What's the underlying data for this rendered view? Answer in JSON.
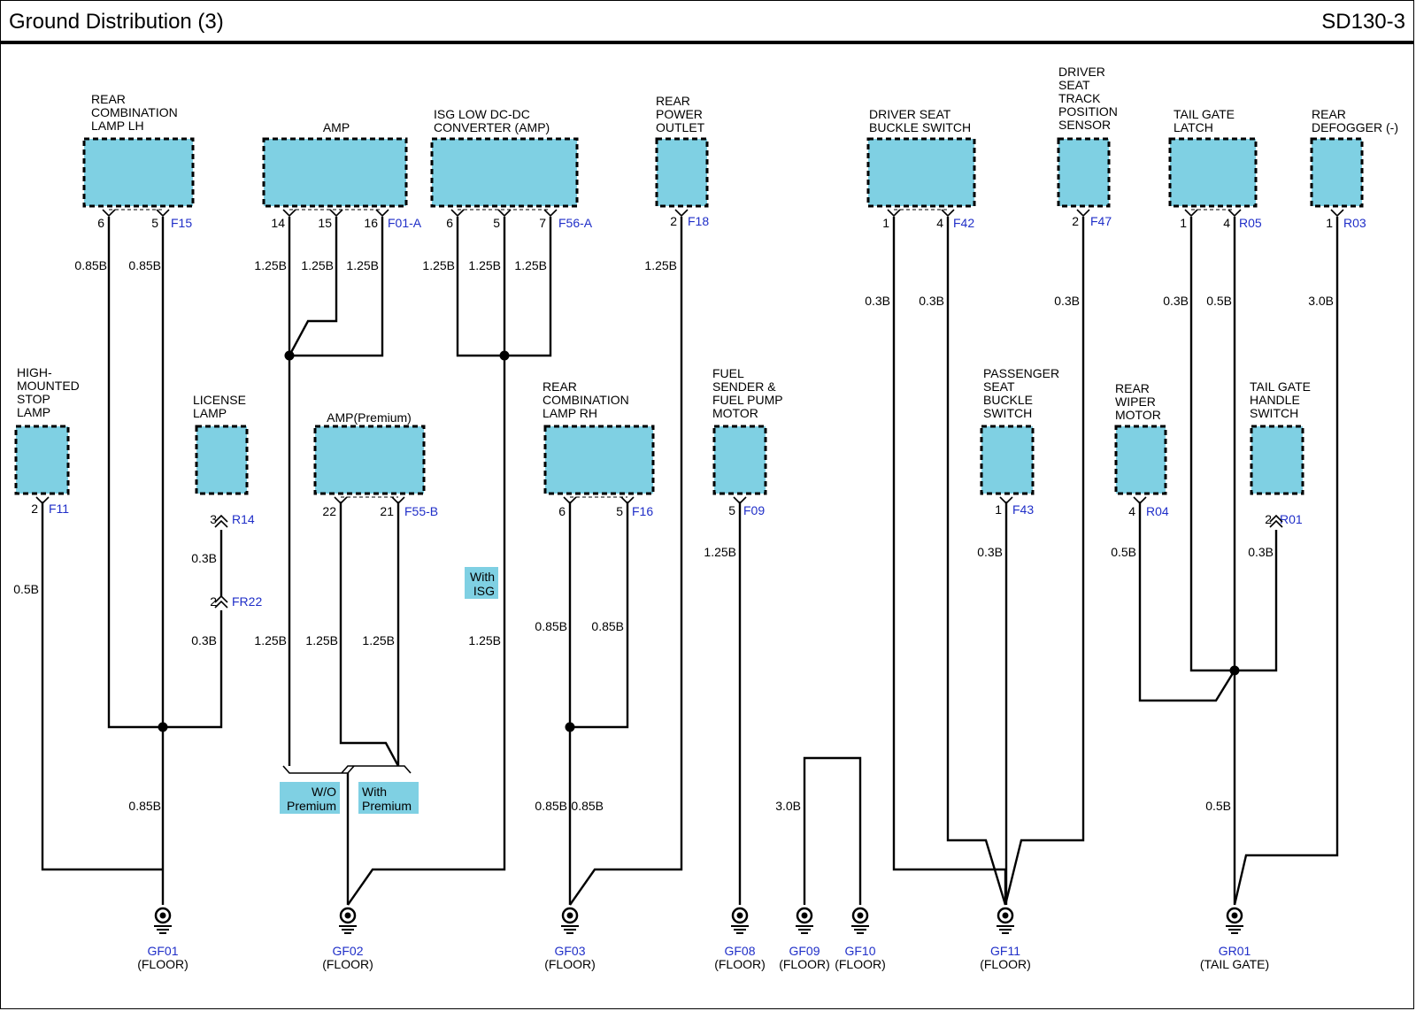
{
  "header": {
    "title": "Ground Distribution (3)",
    "code": "SD130-3"
  },
  "colors": {
    "component_fill": "#7fd0e3",
    "wire": "#000000",
    "connector_text": "#1f2ec8",
    "badge_fill": "#7fd0e3"
  },
  "components": [
    {
      "id": "rear-combination-lamp-lh",
      "label": [
        "REAR",
        "COMBINATION",
        "LAMP LH"
      ],
      "connector": "F15",
      "pins": [
        "6",
        "5"
      ]
    },
    {
      "id": "amp",
      "label": [
        "AMP"
      ],
      "connector": "F01-A",
      "pins": [
        "14",
        "15",
        "16"
      ]
    },
    {
      "id": "isg-low-dc-dc-converter",
      "label": [
        "ISG LOW DC-DC",
        "CONVERTER (AMP)"
      ],
      "connector": "F56-A",
      "pins": [
        "6",
        "5",
        "7"
      ]
    },
    {
      "id": "rear-power-outlet",
      "label": [
        "REAR",
        "POWER",
        "OUTLET"
      ],
      "connector": "F18",
      "pins": [
        "2"
      ]
    },
    {
      "id": "driver-seat-buckle-switch",
      "label": [
        "DRIVER SEAT",
        "BUCKLE SWITCH"
      ],
      "connector": "F42",
      "pins": [
        "1",
        "4"
      ]
    },
    {
      "id": "driver-seat-track-position-sensor",
      "label": [
        "DRIVER",
        "SEAT",
        "TRACK",
        "POSITION",
        "SENSOR"
      ],
      "connector": "F47",
      "pins": [
        "2"
      ]
    },
    {
      "id": "tail-gate-latch",
      "label": [
        "TAIL GATE",
        "LATCH"
      ],
      "connector": "R05",
      "pins": [
        "1",
        "4"
      ]
    },
    {
      "id": "rear-defogger",
      "label": [
        "REAR",
        "DEFOGGER (-)"
      ],
      "connector": "R03",
      "pins": [
        "1"
      ]
    },
    {
      "id": "high-mounted-stop-lamp",
      "label": [
        "HIGH-",
        "MOUNTED",
        "STOP",
        "LAMP"
      ],
      "connector": "F11",
      "pins": [
        "2"
      ]
    },
    {
      "id": "license-lamp",
      "label": [
        "LICENSE",
        "LAMP"
      ],
      "connector": "R14",
      "pins": [
        "3"
      ]
    },
    {
      "id": "amp-premium",
      "label": [
        "AMP(Premium)"
      ],
      "connector": "F55-B",
      "pins": [
        "22",
        "21"
      ]
    },
    {
      "id": "rear-combination-lamp-rh",
      "label": [
        "REAR",
        "COMBINATION",
        "LAMP RH"
      ],
      "connector": "F16",
      "pins": [
        "6",
        "5"
      ]
    },
    {
      "id": "fuel-sender",
      "label": [
        "FUEL",
        "SENDER &",
        "FUEL PUMP",
        "MOTOR"
      ],
      "connector": "F09",
      "pins": [
        "5"
      ]
    },
    {
      "id": "passenger-seat-buckle-switch",
      "label": [
        "PASSENGER",
        "SEAT",
        "BUCKLE",
        "SWITCH"
      ],
      "connector": "F43",
      "pins": [
        "1"
      ]
    },
    {
      "id": "rear-wiper-motor",
      "label": [
        "REAR",
        "WIPER",
        "MOTOR"
      ],
      "connector": "R04",
      "pins": [
        "4"
      ]
    },
    {
      "id": "tail-gate-handle-switch",
      "label": [
        "TAIL GATE",
        "HANDLE",
        "SWITCH"
      ],
      "connector": "R01",
      "pins": [
        "2"
      ]
    }
  ],
  "inline_connector": {
    "connector": "FR22",
    "pin": "2"
  },
  "wire_labels": [
    "0.85B",
    "0.85B",
    "1.25B",
    "1.25B",
    "1.25B",
    "1.25B",
    "1.25B",
    "1.25B",
    "1.25B",
    "0.3B",
    "0.3B",
    "0.3B",
    "0.3B",
    "0.5B",
    "3.0B",
    "0.5B",
    "0.3B",
    "0.3B",
    "0.85B",
    "1.25B",
    "1.25B",
    "1.25B",
    "1.25B",
    "0.85B",
    "0.85B",
    "1.25B",
    "0.3B",
    "0.5B",
    "0.3B",
    "0.85B",
    "0.85B",
    "3.0B",
    "0.5B"
  ],
  "badges": {
    "with_isg": [
      "With",
      "ISG"
    ],
    "wo_premium": [
      "W/O",
      "Premium"
    ],
    "with_premium": [
      "With",
      "Premium"
    ]
  },
  "grounds": [
    {
      "id": "GF01",
      "location": "(FLOOR)"
    },
    {
      "id": "GF02",
      "location": "(FLOOR)"
    },
    {
      "id": "GF03",
      "location": "(FLOOR)"
    },
    {
      "id": "GF08",
      "location": "(FLOOR)"
    },
    {
      "id": "GF09",
      "location": "(FLOOR)"
    },
    {
      "id": "GF10",
      "location": "(FLOOR)"
    },
    {
      "id": "GF11",
      "location": "(FLOOR)"
    },
    {
      "id": "GR01",
      "location": "(TAIL GATE)"
    }
  ]
}
